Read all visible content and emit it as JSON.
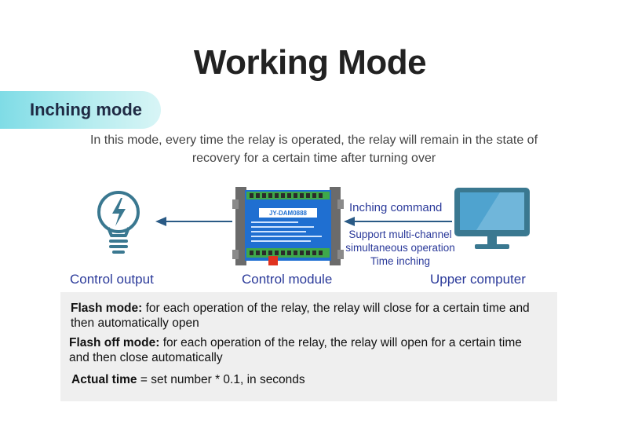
{
  "title": "Working Mode",
  "mode_label": "Inching mode",
  "description": "In this mode, every time the relay is operated, the relay will remain in the state of recovery for a certain time after turning over",
  "diagram": {
    "module_label": "JY-DAM0888",
    "command_label": "Inching command",
    "support_lines": [
      "Support multi-channel",
      "simultaneous operation",
      "Time inching"
    ],
    "captions": {
      "output": "Control output",
      "module": "Control module",
      "computer": "Upper computer"
    }
  },
  "info": {
    "flash_term": "Flash mode:",
    "flash_text": " for each operation of the relay, the relay will close for a certain time and then automatically open",
    "flash_off_term": "Flash off mode:",
    "flash_off_text": " for each operation of the relay, the relay will open for a certain time and then close automatically",
    "actual_term": "Actual time",
    "actual_text": " = set number * 0.1, in seconds"
  },
  "colors": {
    "accent_blue": "#2b3a9a",
    "pill_teal": "#7fdce6",
    "arrow": "#2a5a85",
    "module_blue": "#1f6fd1",
    "icon_teal": "#3a7890"
  }
}
